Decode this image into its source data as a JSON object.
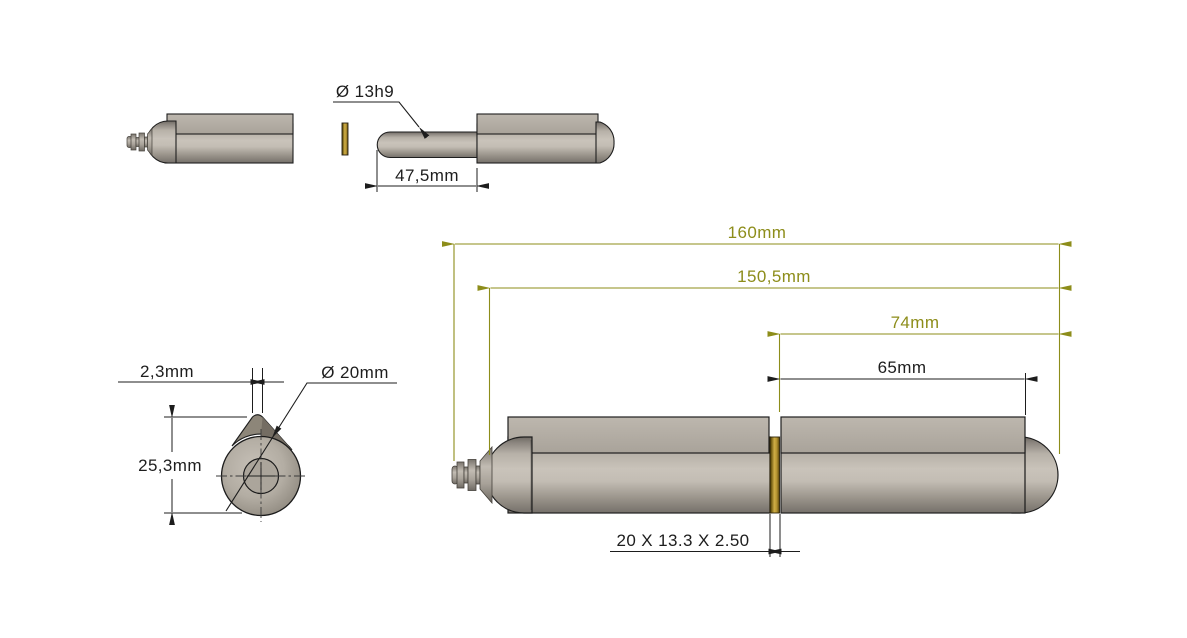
{
  "drawing": {
    "background": "#ffffff",
    "colors": {
      "dimension_black": "#1d1d1d",
      "dimension_olive": "#8d8d1a",
      "brass_washer": "#c9a63b",
      "steel_light": "#c9c3ba",
      "steel_mid": "#b3ada4",
      "steel_dark": "#76716a"
    },
    "views": {
      "pin_half_view": {
        "diameter_label": "Ø 13h9",
        "pin_length_label": "47,5mm"
      },
      "end_view": {
        "fin_width_label": "2,3mm",
        "diameter_label": "Ø 20mm",
        "height_label": "25,3mm"
      },
      "assembly_view": {
        "overall_length_label": "160mm",
        "assembled_length_label": "150,5mm",
        "pin_half_length_label": "74mm",
        "pin_half_body_label": "65mm",
        "washer_spec_label": "20 X 13.3 X 2.50"
      }
    }
  }
}
